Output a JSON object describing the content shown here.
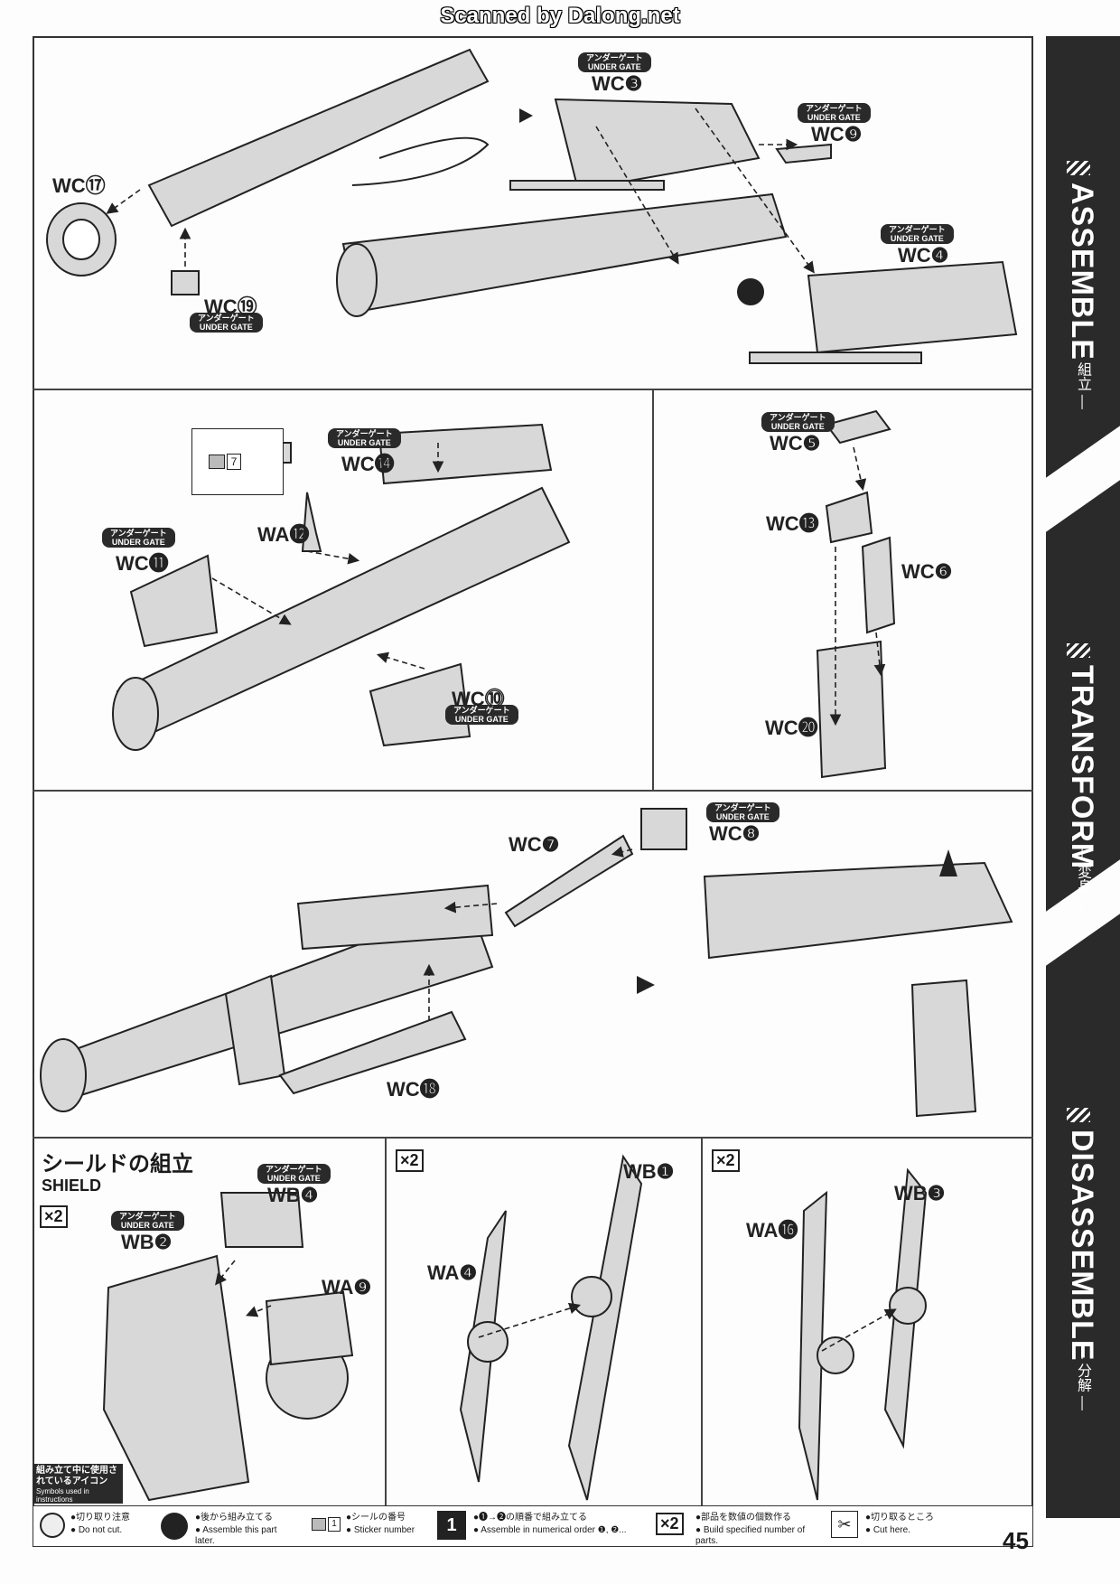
{
  "watermark": "Scanned by Dalong.net",
  "page_number": "45",
  "sidebar": {
    "sections": [
      {
        "title": "ASSEMBLE",
        "sub": "— 組立 —"
      },
      {
        "title": "TRANSFORM",
        "sub": "— 変身 —"
      },
      {
        "title": "DISASSEMBLE",
        "sub": "— 分解 —"
      }
    ]
  },
  "under_gate": {
    "jp": "アンダーゲート",
    "en": "UNDER GATE"
  },
  "parts": {
    "wc17": "WC⑰",
    "wc19": "WC⑲",
    "wc3": "WC❸",
    "wc9": "WC❾",
    "wc4": "WC❹",
    "wc14": "WC⓮",
    "wa12": "WA⓬",
    "wc11": "WC⓫",
    "wc10": "WC⓾",
    "wc5": "WC❺",
    "wc13": "WC⓭",
    "wc6": "WC❻",
    "wc20": "WC⓴",
    "wc7": "WC❼",
    "wc8": "WC❽",
    "wc18": "WC⓲",
    "wb4": "WB❹",
    "wb2": "WB❷",
    "wa9": "WA❾",
    "wb1": "WB❶",
    "wa4": "WA❹",
    "wb3": "WB❸",
    "wa16": "WA⓰"
  },
  "sticker_number": "7",
  "shield": {
    "title_jp": "シールドの組立",
    "title_en": "SHIELD"
  },
  "multiplier": "×2",
  "legend": {
    "header_jp": "組み立て中に使用されているアイコン",
    "header_en": "Symbols used in instructions",
    "items": [
      {
        "jp": "●切り取り注意",
        "en": "● Do not cut."
      },
      {
        "jp": "●後から組み立てる",
        "en": "● Assemble this part later."
      },
      {
        "jp": "●シールの番号",
        "en": "● Sticker number"
      },
      {
        "jp": "●❶→❷の順番で組み立てる",
        "en": "● Assemble in numerical order ❶, ❷..."
      },
      {
        "jp": "●部品を数値の個数作る",
        "en": "● Build specified number of parts."
      },
      {
        "jp": "●切り取るところ",
        "en": "● Cut here."
      }
    ]
  }
}
